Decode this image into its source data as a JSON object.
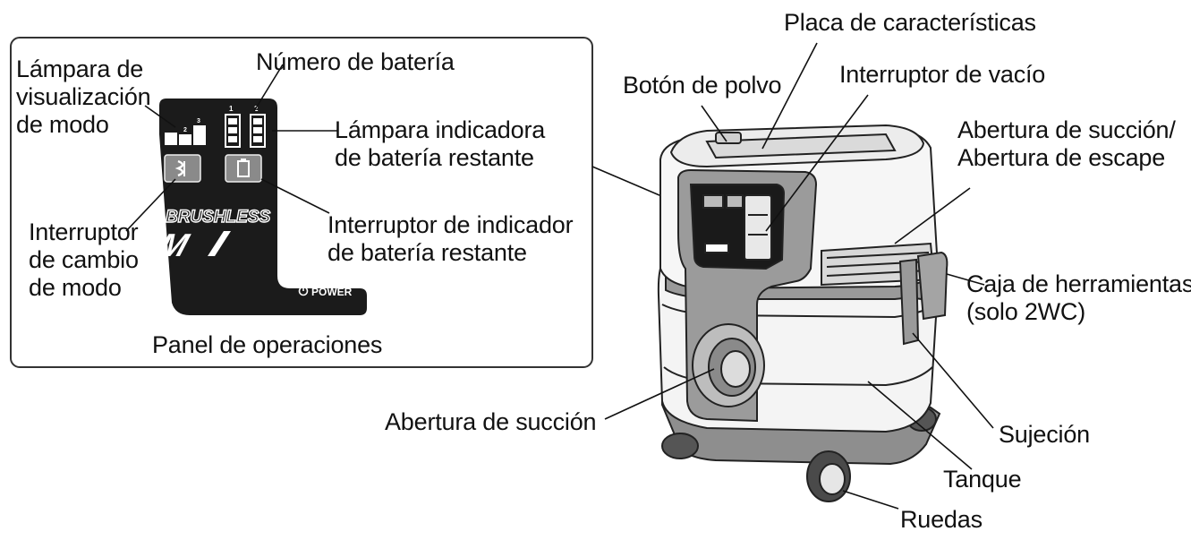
{
  "panel": {
    "caption": "Panel de operaciones",
    "power_text": "POWER",
    "brand_text": "BRUSHLESS",
    "logo_text": "M",
    "labels": {
      "mode_lamp": [
        "Lámpara de",
        "visualización",
        "de modo"
      ],
      "battery_number": "Número de batería",
      "remaining_lamp": [
        "Lámpara indicadora",
        "de batería restante"
      ],
      "mode_switch": [
        "Interruptor",
        "de cambio",
        "de modo"
      ],
      "remaining_switch": [
        "Interruptor de indicador",
        "de batería restante"
      ]
    }
  },
  "machine": {
    "labels": {
      "nameplate": "Placa de características",
      "dust_button": "Botón de polvo",
      "vacuum_switch": "Interruptor de vacío",
      "suction_exhaust": [
        "Abertura de succión/",
        "Abertura de escape"
      ],
      "toolbox": [
        "Caja de herramientas",
        "(solo 2WC)"
      ],
      "suction_port": "Abertura de succión",
      "clamp": "Sujeción",
      "tank": "Tanque",
      "wheels": "Ruedas"
    }
  }
}
